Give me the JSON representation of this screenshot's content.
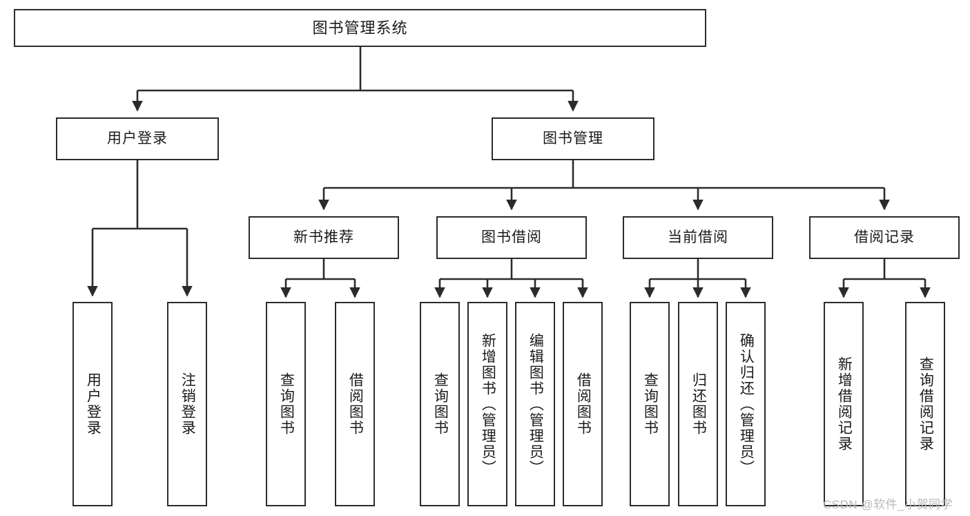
{
  "diagram": {
    "title": "图书管理系统",
    "type": "tree-hierarchy-diagram",
    "colors": {
      "box_border": "#2b2b2b",
      "box_fill": "#ffffff",
      "line": "#2b2b2b",
      "text": "#1a1a1a",
      "watermark": "#b9b9b9",
      "background": "#ffffff"
    }
  },
  "nodes": {
    "root": {
      "label": "图书管理系统"
    },
    "level2": [
      {
        "label": "用户登录"
      },
      {
        "label": "图书管理"
      }
    ],
    "level3": [
      {
        "label": "新书推荐"
      },
      {
        "label": "图书借阅"
      },
      {
        "label": "当前借阅"
      },
      {
        "label": "借阅记录"
      }
    ],
    "leaves_user_login": [
      {
        "label": "用户登录"
      },
      {
        "label": "注销登录"
      }
    ],
    "leaves_new_book": [
      {
        "label": "查询图书"
      },
      {
        "label": "借阅图书"
      }
    ],
    "leaves_book_borrow": [
      {
        "label": "查询图书"
      },
      {
        "label": "新增图书（管理员）"
      },
      {
        "label": "编辑图书（管理员）"
      },
      {
        "label": "借阅图书"
      }
    ],
    "leaves_current_borrow": [
      {
        "label": "查询图书"
      },
      {
        "label": "归还图书"
      },
      {
        "label": "确认归还（管理员）"
      }
    ],
    "leaves_borrow_record": [
      {
        "label": "新增借阅记录"
      },
      {
        "label": "查询借阅记录"
      }
    ]
  },
  "watermark": {
    "text": "CSDN @软件_小贺同学"
  }
}
